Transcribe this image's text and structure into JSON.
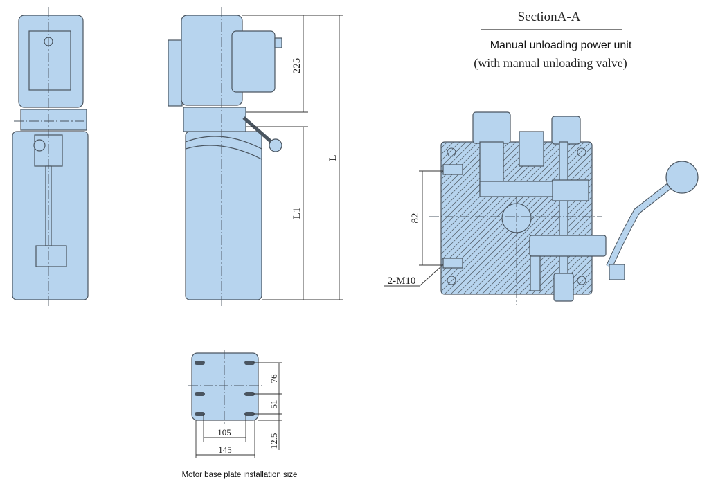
{
  "section_title": "SectionA-A",
  "product_title": "Manual unloading power unit",
  "product_subtitle": "(with manual unloading valve)",
  "side_view_dims": {
    "motor_height": "225",
    "tank_length": "L1",
    "total_length": "L"
  },
  "section_dims": {
    "hole_spacing": "82",
    "thread_label": "2-M10"
  },
  "base_plate": {
    "caption": "Motor base plate installation size",
    "dims": {
      "v1": "76",
      "v2": "51",
      "v3": "12.5",
      "h_inner": "105",
      "h_outer": "145"
    }
  },
  "colors": {
    "part_fill": "#b7d4ee",
    "line": "#4a5560"
  }
}
